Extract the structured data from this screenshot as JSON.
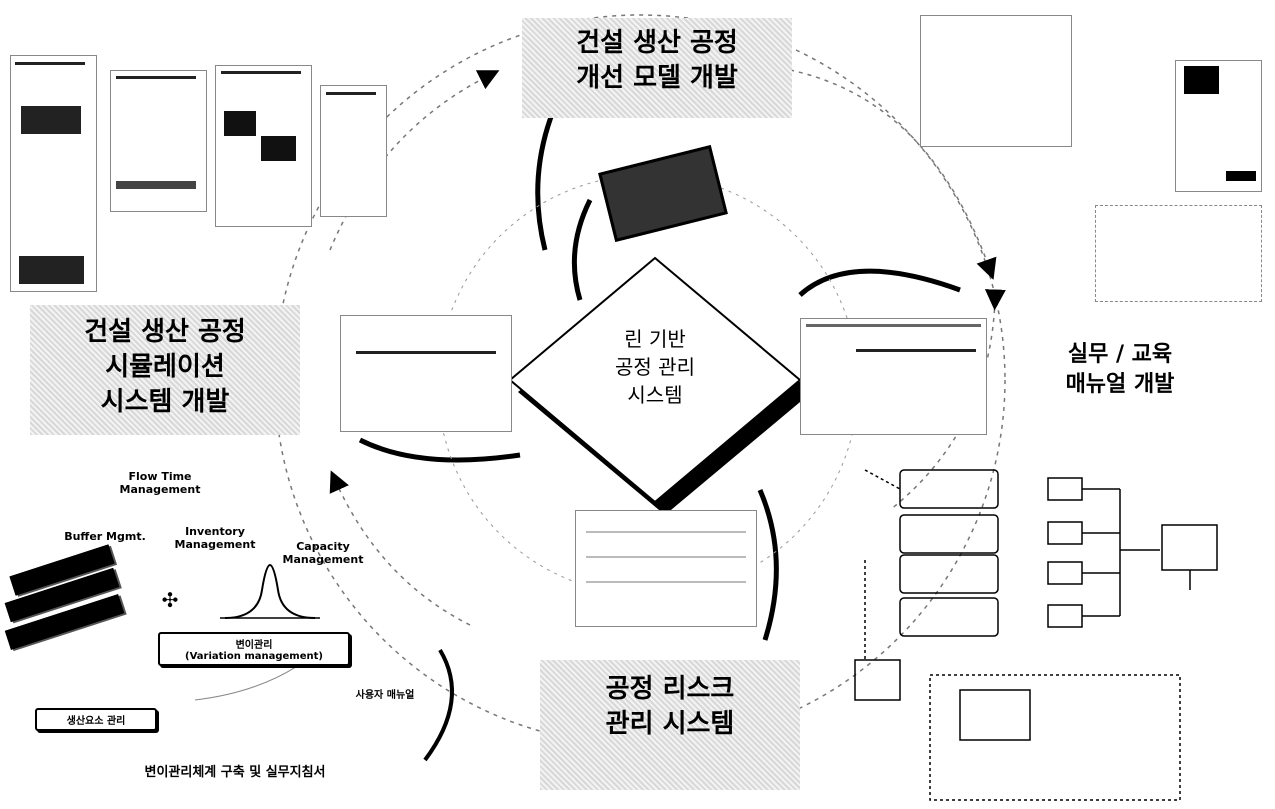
{
  "center": {
    "line1": "린 기반",
    "line2": "공정 관리",
    "line3": "시스템"
  },
  "top": {
    "line1": "건설 생산 공정",
    "line2": "개선 모델 개발"
  },
  "left": {
    "line1": "건설 생산 공정",
    "line2": "시뮬레이션",
    "line3": "시스템 개발"
  },
  "right": {
    "line1": "실무 / 교육",
    "line2": "매뉴얼 개발"
  },
  "bottom": {
    "line1": "공정 리스크",
    "line2": "관리 시스템"
  },
  "lower_left": {
    "flow": "Flow Time\nManagement",
    "buffer": "Buffer Mgmt.",
    "inventory": "Inventory\nManagement",
    "capacity": "Capacity\nManagement",
    "variation": "변이관리\n(Variation management)",
    "user": "사용자 매뉴얼",
    "production": "생산요소 관리",
    "footer": "변이관리체계 구축 및 실무지침서"
  },
  "colors": {
    "accent": "#000000",
    "shade": "#d8d8d8"
  }
}
